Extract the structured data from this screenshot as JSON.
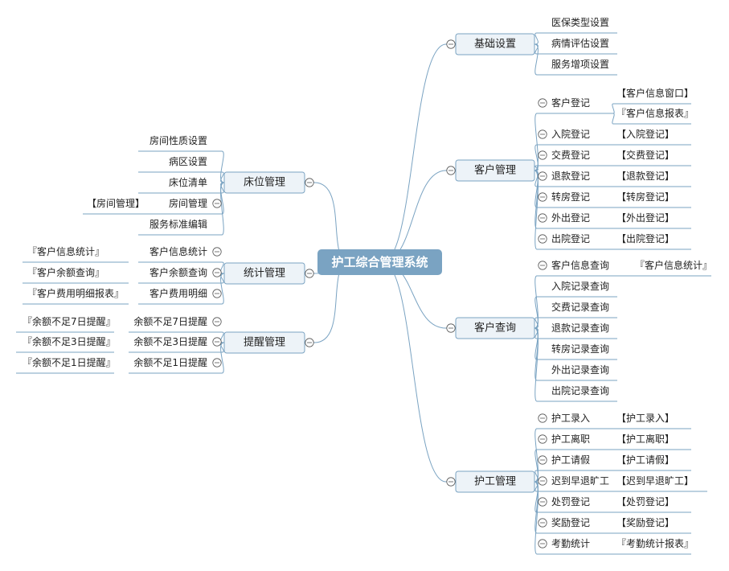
{
  "root": {
    "label": "护工综合管理系统"
  },
  "branches": [
    {
      "key": "basic",
      "label": "基础设置",
      "children": [
        {
          "label": "医保类型设置"
        },
        {
          "label": "病情评估设置"
        },
        {
          "label": "服务增项设置"
        }
      ]
    },
    {
      "key": "customer",
      "label": "客户管理",
      "children": [
        {
          "label": "客户登记",
          "children": [
            "【客户信息窗口】",
            "『客户信息报表』"
          ]
        },
        {
          "label": "入院登记",
          "children": [
            "【入院登记】"
          ]
        },
        {
          "label": "交费登记",
          "children": [
            "【交费登记】"
          ]
        },
        {
          "label": "退款登记",
          "children": [
            "【退款登记】"
          ]
        },
        {
          "label": "转房登记",
          "children": [
            "【转房登记】"
          ]
        },
        {
          "label": "外出登记",
          "children": [
            "【外出登记】"
          ]
        },
        {
          "label": "出院登记",
          "children": [
            "【出院登记】"
          ]
        }
      ]
    },
    {
      "key": "query",
      "label": "客户查询",
      "children": [
        {
          "label": "客户信息查询",
          "children": [
            "『客户信息统计』"
          ]
        },
        {
          "label": "入院记录查询"
        },
        {
          "label": "交费记录查询"
        },
        {
          "label": "退款记录查询"
        },
        {
          "label": "转房记录查询"
        },
        {
          "label": "外出记录查询"
        },
        {
          "label": "出院记录查询"
        }
      ]
    },
    {
      "key": "nurse",
      "label": "护工管理",
      "children": [
        {
          "label": "护工录入",
          "children": [
            "【护工录入】"
          ]
        },
        {
          "label": "护工离职",
          "children": [
            "【护工离职】"
          ]
        },
        {
          "label": "护工请假",
          "children": [
            "【护工请假】"
          ]
        },
        {
          "label": "迟到早退旷工",
          "children": [
            "【迟到早退旷工】"
          ]
        },
        {
          "label": "处罚登记",
          "children": [
            "【处罚登记】"
          ]
        },
        {
          "label": "奖励登记",
          "children": [
            "【奖励登记】"
          ]
        },
        {
          "label": "考勤统计",
          "children": [
            "『考勤统计报表』"
          ]
        }
      ]
    },
    {
      "key": "bed",
      "label": "床位管理",
      "children": [
        {
          "label": "房间性质设置"
        },
        {
          "label": "病区设置"
        },
        {
          "label": "床位清单"
        },
        {
          "label": "房间管理",
          "children": [
            "【房间管理】"
          ]
        },
        {
          "label": "服务标准编辑"
        }
      ]
    },
    {
      "key": "stats",
      "label": "统计管理",
      "children": [
        {
          "label": "客户信息统计",
          "children": [
            "『客户信息统计』"
          ]
        },
        {
          "label": "客户余额查询",
          "children": [
            "『客户余额查询』"
          ]
        },
        {
          "label": "客户费用明细",
          "children": [
            "『客户费用明细报表』"
          ]
        }
      ]
    },
    {
      "key": "remind",
      "label": "提醒管理",
      "children": [
        {
          "label": "余额不足7日提醒",
          "children": [
            "『余额不足7日提醒』"
          ]
        },
        {
          "label": "余额不足3日提醒",
          "children": [
            "『余额不足3日提醒』"
          ]
        },
        {
          "label": "余额不足1日提醒",
          "children": [
            "『余额不足1日提醒』"
          ]
        }
      ]
    }
  ],
  "colors": {
    "line": "#7aa3c2",
    "root_fill": "#7aa3c2",
    "branch_fill": "#edf3f8"
  },
  "icons": {
    "toggle": "collapse-minus-icon"
  }
}
